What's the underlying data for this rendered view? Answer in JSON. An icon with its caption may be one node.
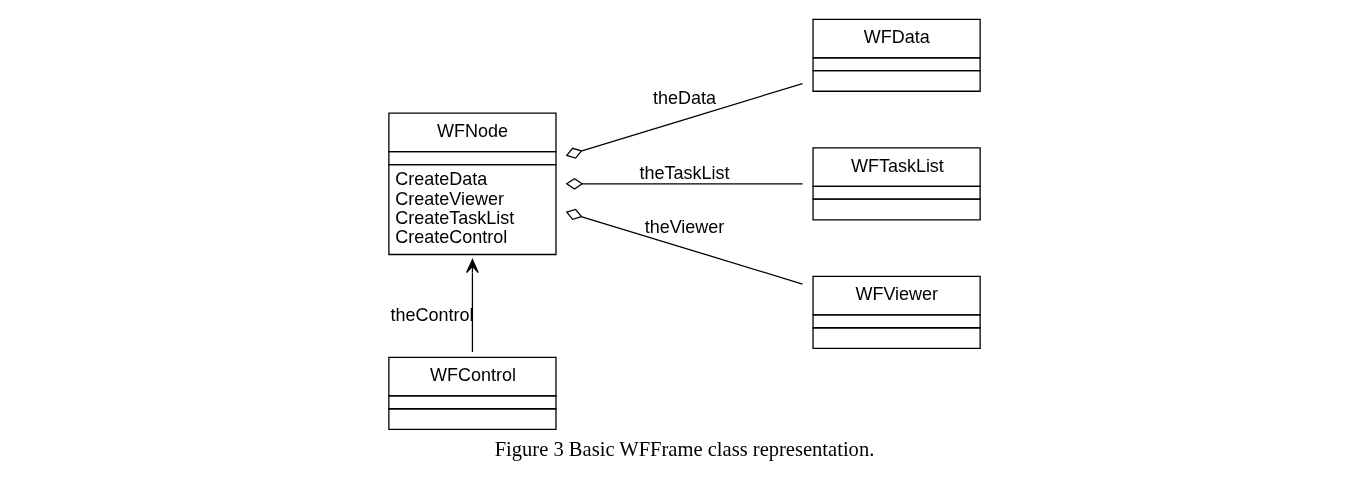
{
  "diagram": {
    "caption": "Figure 3 Basic WFFrame class representation.",
    "nodes": [
      {
        "text": [
          "WFNode",
          "CreateData",
          "CreateViewer",
          "CreateTaskList",
          "CreateControl"
        ]
      },
      {
        "text": [
          "WFData"
        ]
      },
      {
        "text": [
          "WFTaskList"
        ]
      },
      {
        "text": [
          "WFViewer"
        ]
      },
      {
        "text": [
          "WFControl"
        ]
      }
    ],
    "edges": [
      {
        "from": 0,
        "to": 1,
        "arrow": "other",
        "label": "theData"
      },
      {
        "from": 0,
        "to": 2,
        "arrow": "other",
        "label": "theTaskList"
      },
      {
        "from": 0,
        "to": 3,
        "arrow": "other",
        "label": "theViewer"
      },
      {
        "from": 4,
        "to": 0,
        "arrow": "to",
        "label": "theControl"
      }
    ]
  }
}
